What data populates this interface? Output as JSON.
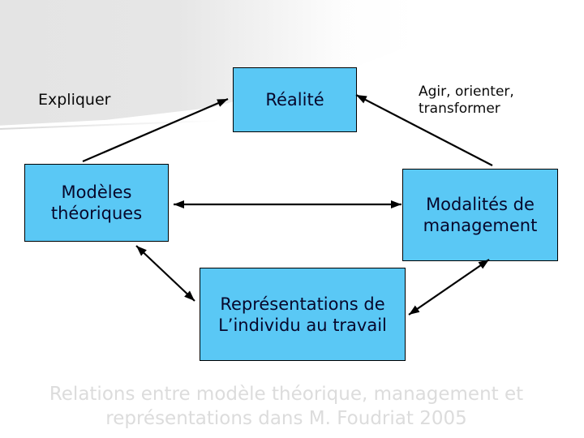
{
  "slide": {
    "side_labels": {
      "expliquer": "Expliquer",
      "agir_line1": "Agir, orienter,",
      "agir_line2": "transformer"
    },
    "nodes": {
      "realite": {
        "label": "Réalité"
      },
      "modeles": {
        "line1": "Modèles",
        "line2": "théoriques"
      },
      "modalites": {
        "line1": "Modalités de",
        "line2": "management"
      },
      "representations": {
        "line1": "Représentations de",
        "line2": "L’individu au travail"
      }
    },
    "edges": [
      {
        "from": "modeles",
        "to": "realite",
        "bidirectional": false
      },
      {
        "from": "modalites",
        "to": "realite",
        "bidirectional": false
      },
      {
        "from": "modeles",
        "to": "modalites",
        "bidirectional": true
      },
      {
        "from": "modeles",
        "to": "representations",
        "bidirectional": true
      },
      {
        "from": "representations",
        "to": "modalites",
        "bidirectional": true
      }
    ],
    "caption": {
      "line1": "Relations entre modèle théorique, management et",
      "line2": "représentations dans M. Foudriat 2005"
    },
    "colors": {
      "node_fill": "#5ac8f5",
      "node_border": "#000000",
      "node_text": "#07072b",
      "arrow": "#000000",
      "caption_text": "#dcdcdc",
      "background_sweep": "#e5e5e5"
    }
  }
}
